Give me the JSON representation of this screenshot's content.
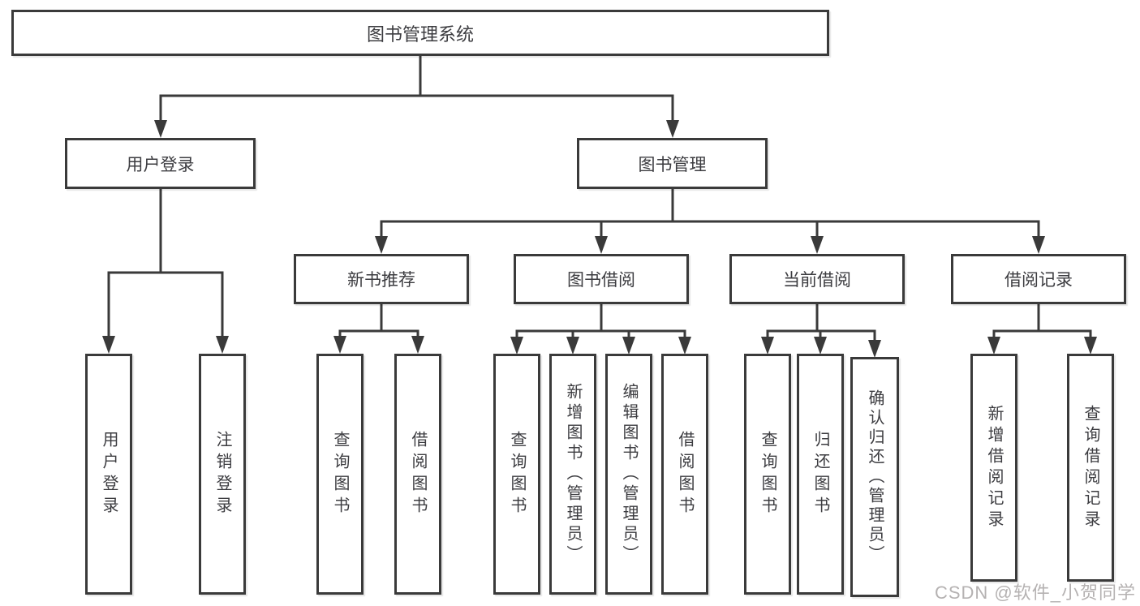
{
  "diagram": {
    "root": {
      "label": "图书管理系统"
    },
    "level2": [
      {
        "label": "用户登录"
      },
      {
        "label": "图书管理"
      }
    ],
    "level3": [
      {
        "label": "新书推荐"
      },
      {
        "label": "图书借阅"
      },
      {
        "label": "当前借阅"
      },
      {
        "label": "借阅记录"
      }
    ],
    "leaves": {
      "user_login": [
        "用户登录",
        "注销登录"
      ],
      "new_book_recommend": [
        "查询图书",
        "借阅图书"
      ],
      "book_borrow": [
        "查询图书",
        "新增图书（管理员）",
        "编辑图书（管理员）",
        "借阅图书"
      ],
      "current_borrow": [
        "查询图书",
        "归还图书",
        "确认归还（管理员）"
      ],
      "borrow_record": [
        "新增借阅记录",
        "查询借阅记录"
      ]
    }
  },
  "watermark": {
    "text": "CSDN @软件_小贺同学"
  },
  "colors": {
    "line": "#3a3a3a",
    "text": "#3c3c40",
    "watermark": "#b5b2b2",
    "background": "#ffffff"
  }
}
